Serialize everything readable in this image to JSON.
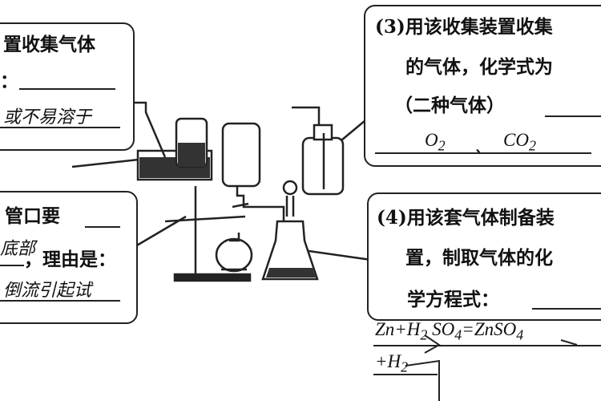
{
  "left_top": {
    "title": "置收集气体",
    "prompt": "：",
    "answer": "或不易溶于"
  },
  "left_bottom": {
    "line1": "管口要",
    "line2": "，理由是：",
    "answer1": "底部",
    "answer2": "倒流引起试"
  },
  "right_top": {
    "line1": "(3)用该收集装置收集",
    "line2": "的气体，化学式为",
    "line3": "（二种气体）",
    "gas1": "O",
    "gas1_sub": "2",
    "sep": "、",
    "gas2": "CO",
    "gas2_sub": "2"
  },
  "right_bottom": {
    "line1": "(4)用该套气体制备装",
    "line2": "置，制取气体的化",
    "line3": "学方程式：",
    "eq1_a": "Zn+H",
    "eq1_a_sub": "2",
    "eq1_b": "SO",
    "eq1_b_sub": "4",
    "eq1_c": "=ZnSO",
    "eq1_c_sub": "4",
    "eq2_a": "+H",
    "eq2_a_sub": "2"
  }
}
